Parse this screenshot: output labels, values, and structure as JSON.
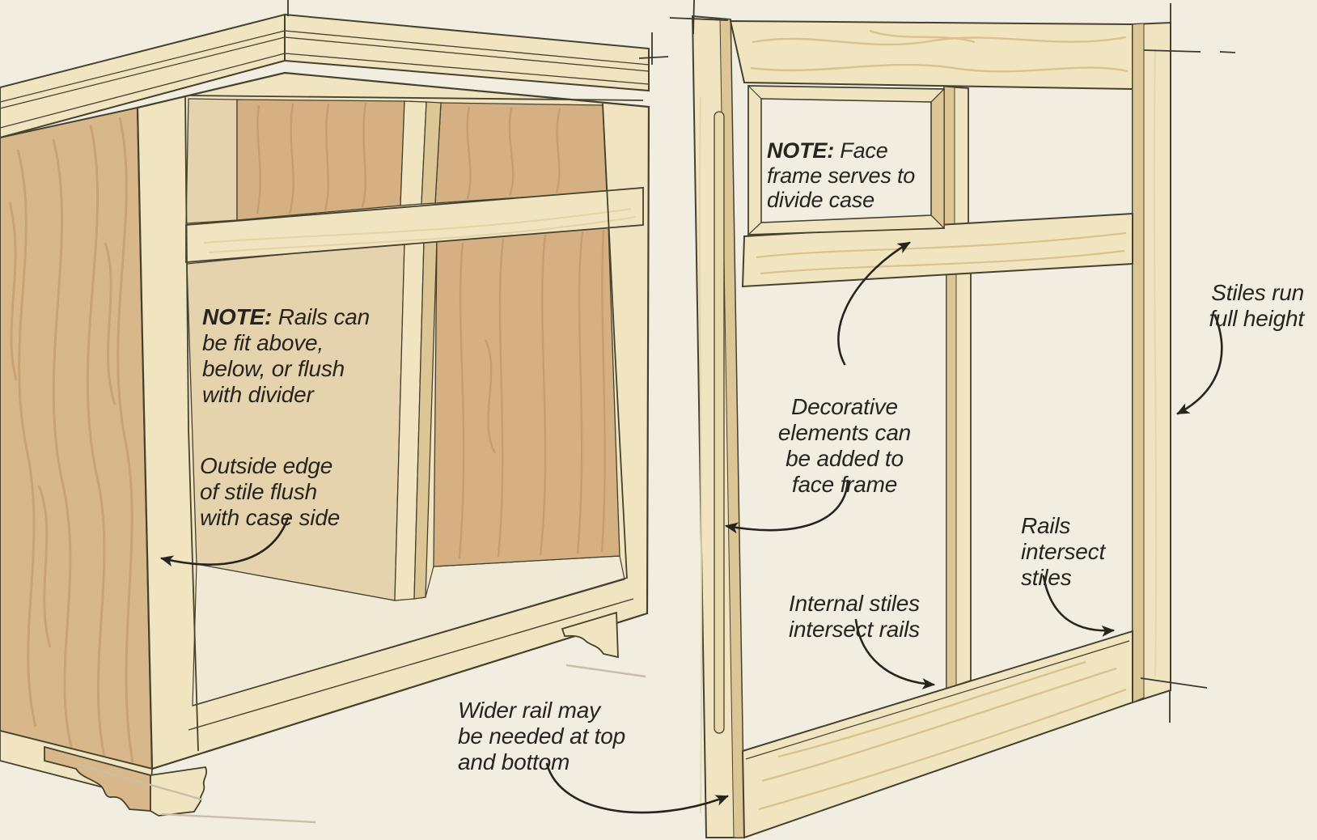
{
  "colors": {
    "background": "#f2ede1",
    "side_wood": "#d8b88a",
    "side_grain": "#c49c6d",
    "panel_wood": "#d4b083",
    "panel_grain": "#c29a6b",
    "frame_wood": "#f0e5c0",
    "frame_wood_shade": "#ddc695",
    "frame_grain": "#d6bd85",
    "back_tan": "#e5d3ad",
    "floor": "#f0e9d5",
    "outline": "#46402f",
    "ink": "#272420"
  },
  "labels": {
    "note_rails": {
      "prefix": "NOTE:",
      "body": " Rails can\nbe fit above,\nbelow, or flush\nwith divider"
    },
    "outside_edge": {
      "body": "Outside edge\nof stile flush\nwith case side"
    },
    "wider_rail": {
      "body": "Wider rail may\nbe needed at top\nand bottom"
    },
    "note_face_frame": {
      "prefix": "NOTE:",
      "body": " Face\nframe serves to\ndivide case"
    },
    "stiles_run": {
      "body": "Stiles run\nfull height"
    },
    "decorative": {
      "body": "Decorative\nelements can\nbe added to\nface frame"
    },
    "internal_stiles": {
      "body": "Internal stiles\nintersect rails"
    },
    "rails_intersect": {
      "body": "Rails\nintersect\nstiles"
    }
  }
}
